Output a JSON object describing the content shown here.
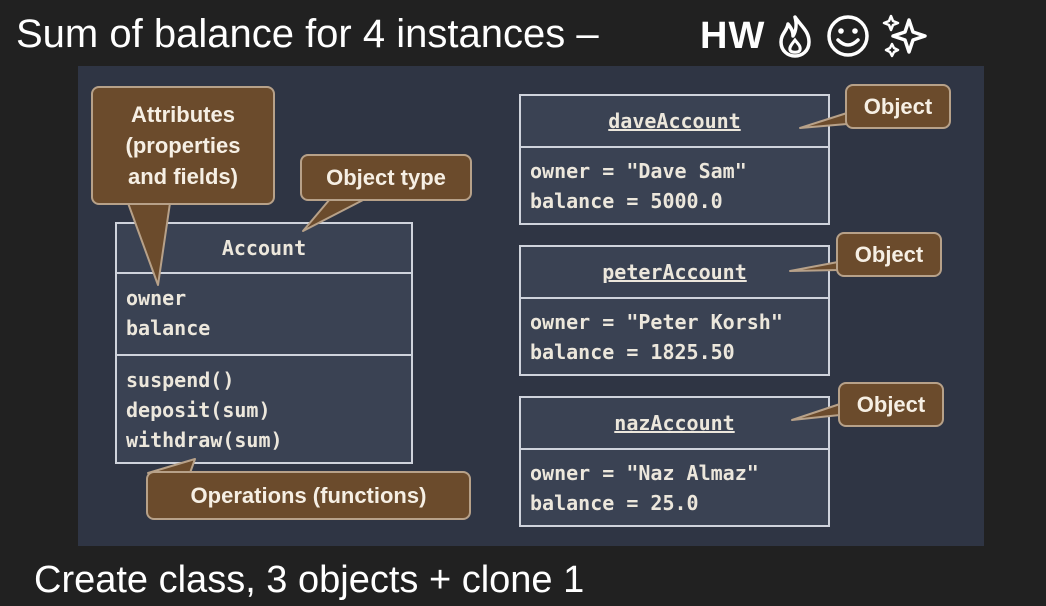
{
  "title": "Sum of balance for 4 instances –",
  "hw_label": "HW",
  "emojis": [
    "fire-icon",
    "smiley-icon",
    "sparkles-icon"
  ],
  "footer": "Create class, 3 objects + clone 1",
  "class_box": {
    "name": "Account",
    "attributes": [
      "owner",
      "balance"
    ],
    "operations": [
      "suspend()",
      "deposit(sum)",
      "withdraw(sum)"
    ]
  },
  "objects": [
    {
      "name": "daveAccount",
      "owner_line": "owner = \"Dave Sam\"",
      "balance_line": "balance = 5000.0"
    },
    {
      "name": "peterAccount",
      "owner_line": "owner = \"Peter Korsh\"",
      "balance_line": "balance = 1825.50"
    },
    {
      "name": "nazAccount",
      "owner_line": "owner = \"Naz Almaz\"",
      "balance_line": "balance = 25.0"
    }
  ],
  "callouts": {
    "attributes": [
      "Attributes",
      "(properties",
      "and fields)"
    ],
    "object_type": "Object type",
    "operations": "Operations (functions)",
    "object_labels": [
      "Object",
      "Object",
      "Object"
    ]
  },
  "colors": {
    "background": "#212121",
    "panel": "#2f3544",
    "box_fill": "#3a4253",
    "callout_fill": "#6b4b2c",
    "text_light": "#ece7dc"
  }
}
